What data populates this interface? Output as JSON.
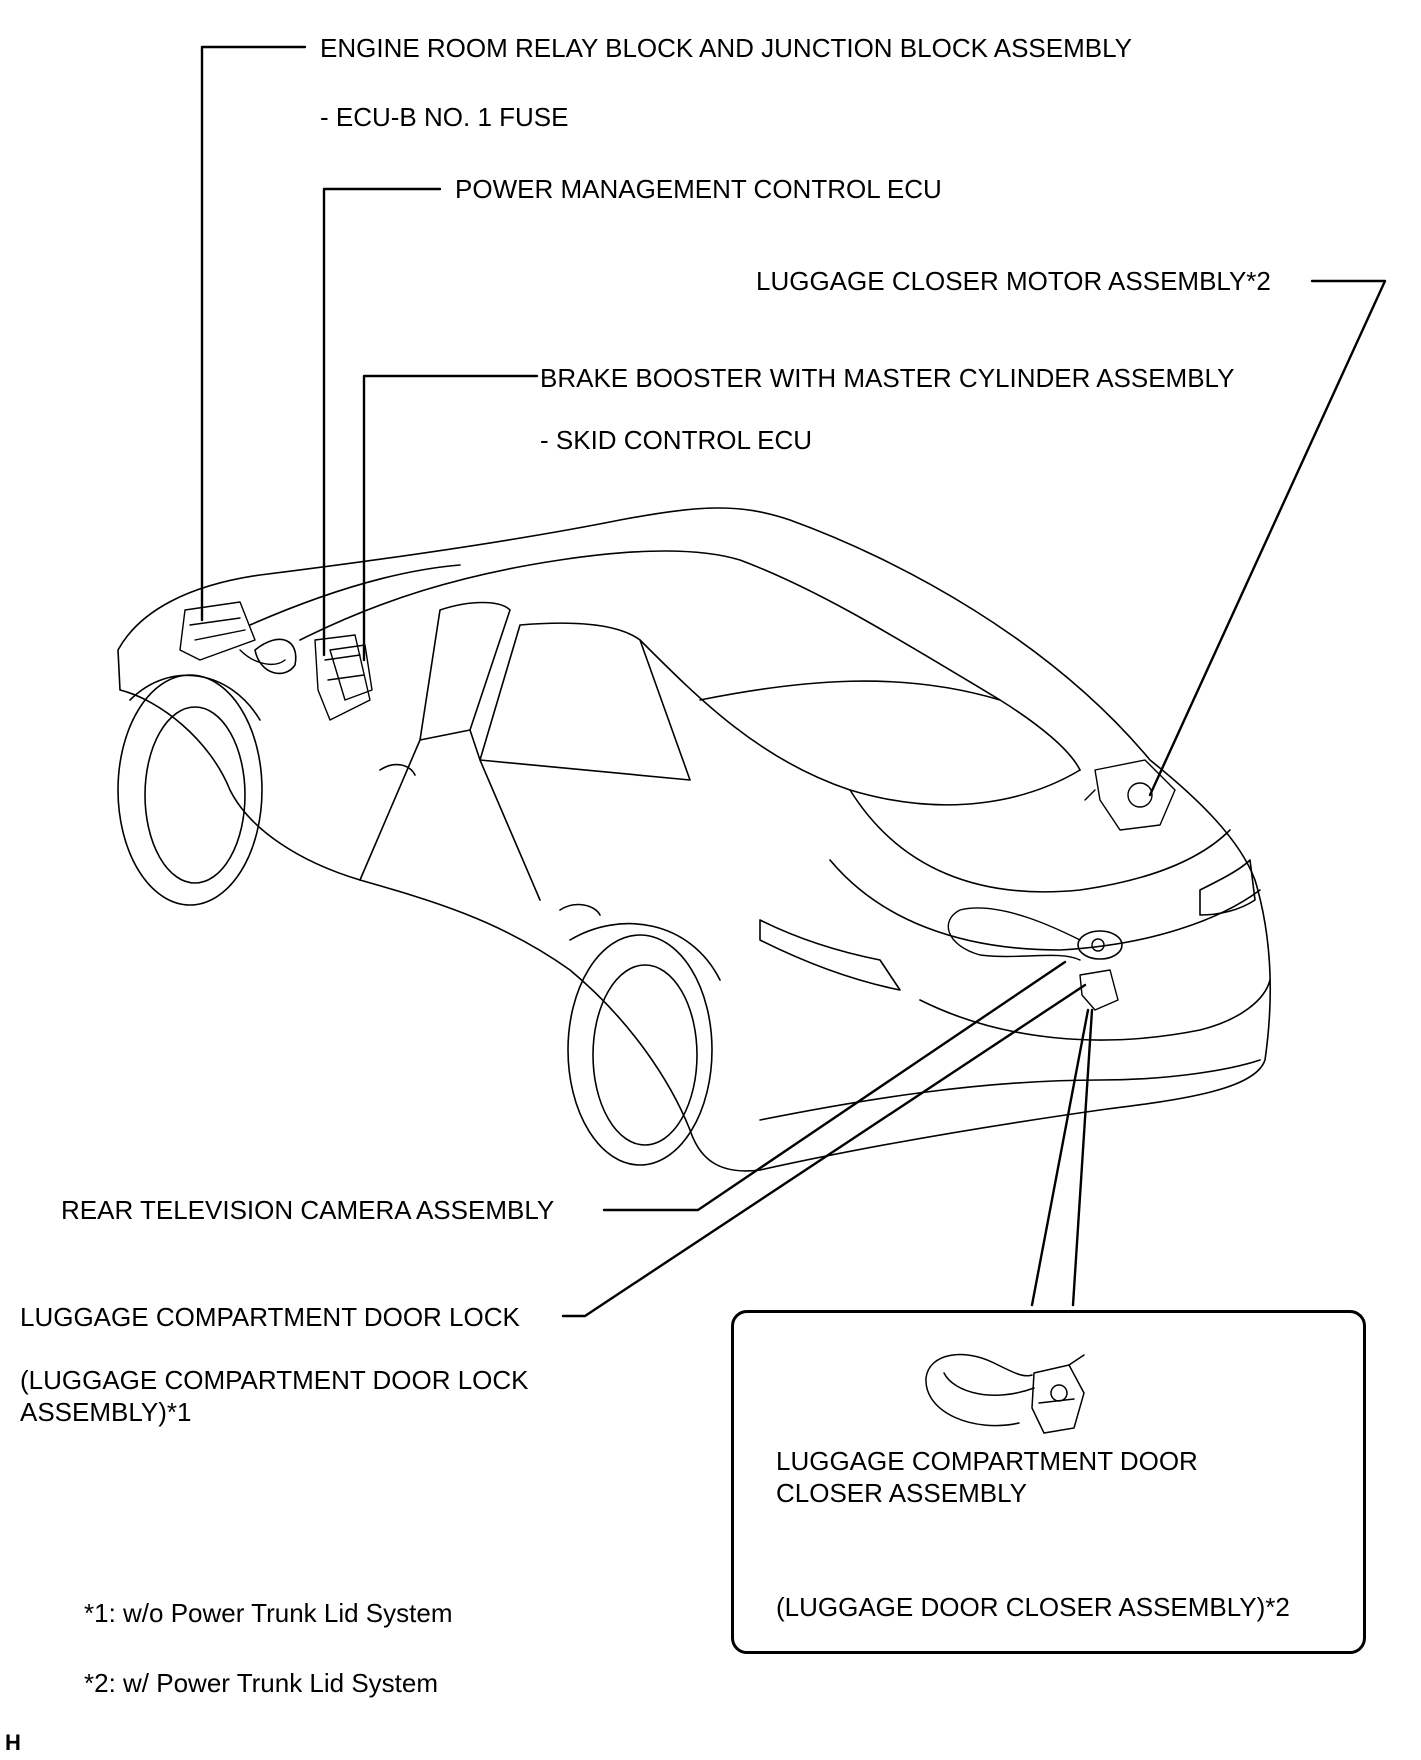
{
  "labels": {
    "engine_room_block": "ENGINE ROOM RELAY BLOCK AND JUNCTION BLOCK ASSEMBLY",
    "ecu_b_fuse": "- ECU-B NO. 1 FUSE",
    "power_mgmt_ecu": "POWER MANAGEMENT CONTROL ECU",
    "luggage_closer_motor": "LUGGAGE CLOSER MOTOR ASSEMBLY*2",
    "brake_booster": "BRAKE BOOSTER WITH MASTER CYLINDER ASSEMBLY",
    "skid_control_ecu": "- SKID CONTROL ECU",
    "rear_tv_camera": "REAR TELEVISION CAMERA ASSEMBLY",
    "door_lock": "LUGGAGE COMPARTMENT DOOR LOCK",
    "door_lock_assembly": "(LUGGAGE COMPARTMENT DOOR LOCK\nASSEMBLY)*1",
    "door_closer": "LUGGAGE COMPARTMENT DOOR\nCLOSER ASSEMBLY",
    "luggage_door_closer": "(LUGGAGE DOOR CLOSER ASSEMBLY)*2"
  },
  "notes": {
    "note1": "*1: w/o Power Trunk Lid System",
    "note2": "*2: w/ Power Trunk Lid System"
  },
  "figure_id": "H"
}
